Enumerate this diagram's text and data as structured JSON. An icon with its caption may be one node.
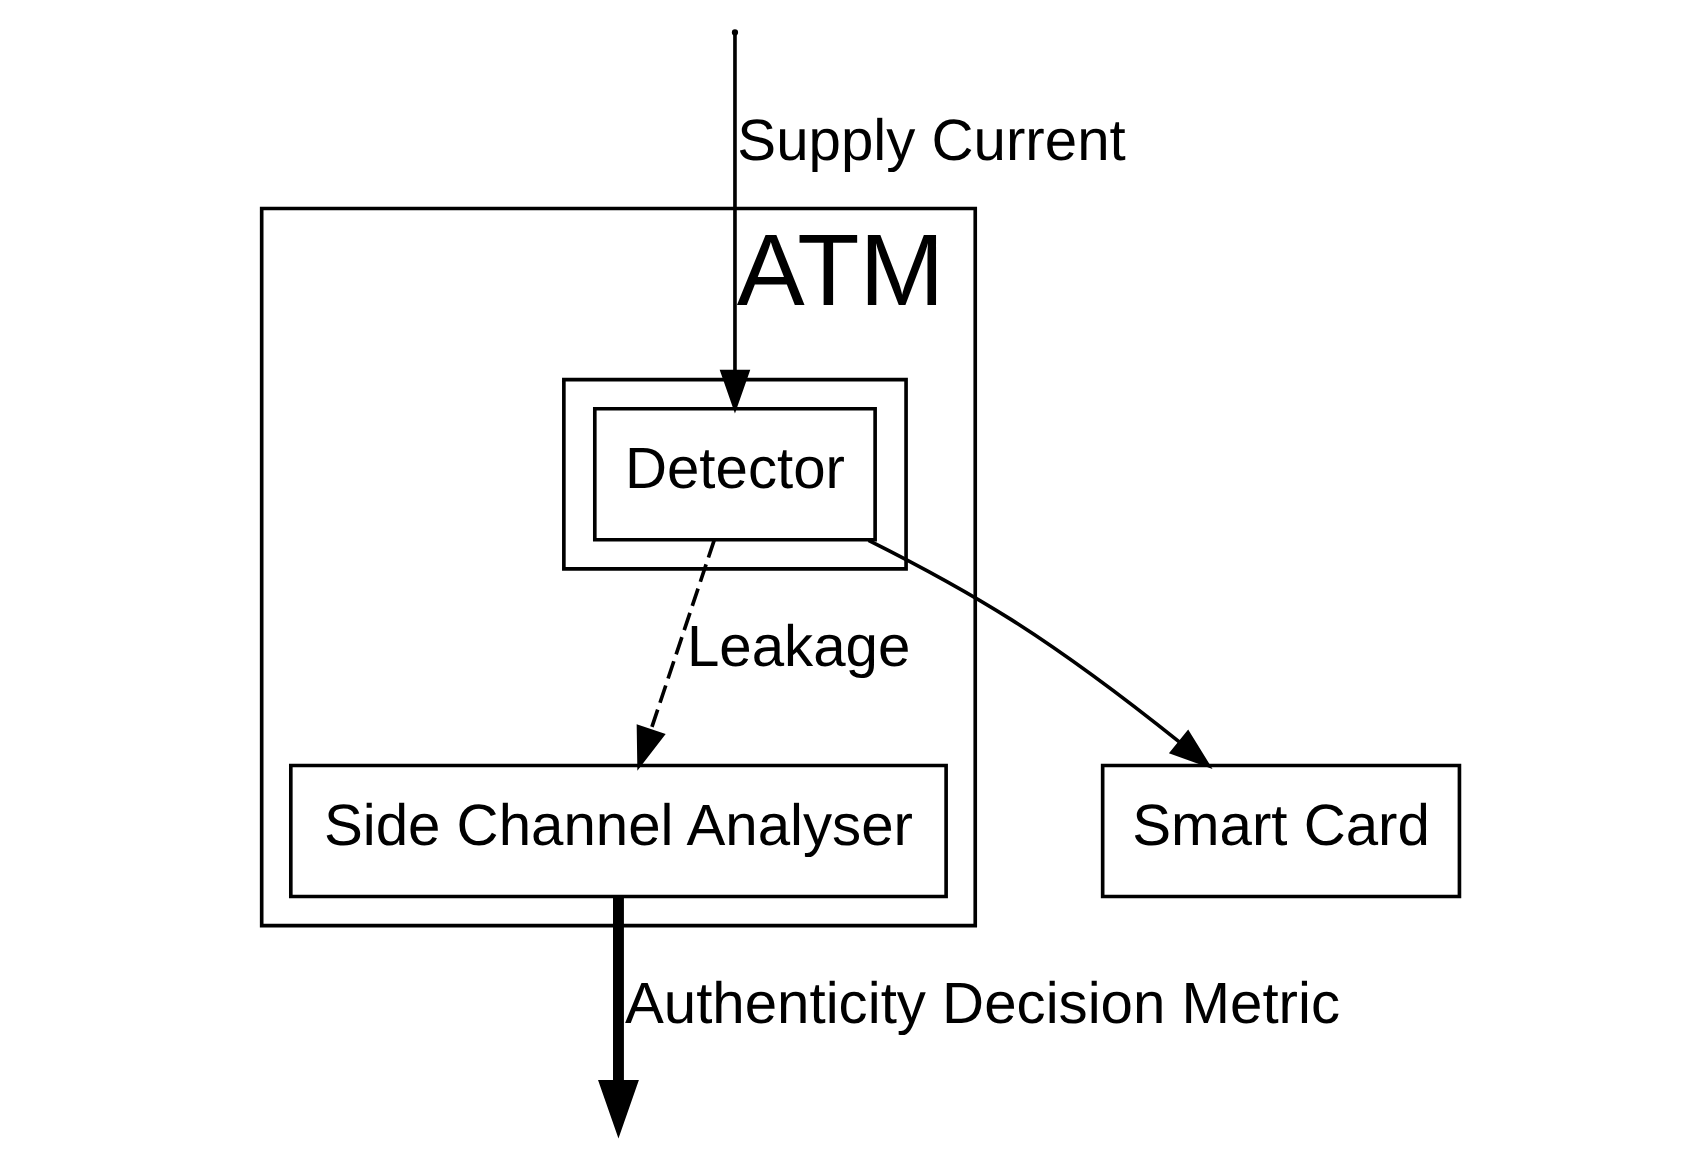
{
  "diagram": {
    "nodes": [
      {
        "text": [
          "ATM"
        ]
      },
      {
        "text": [],
        "shape": "box",
        "in": 0
      },
      {
        "text": [
          "Detector"
        ],
        "in": 1
      },
      {
        "text": [
          "Side Channel Analyser"
        ],
        "in": 0
      },
      {
        "text": [
          "Smart Card"
        ]
      }
    ],
    "edges": [
      {
        "from": null,
        "to": 2,
        "arrow": "to",
        "label": "Supply Current"
      },
      {
        "from": 2,
        "to": 4,
        "arrow": "to"
      },
      {
        "from": 2,
        "to": 3,
        "arrow": "to",
        "label": "Leakage",
        "style": "dashed"
      },
      {
        "from": 3,
        "to": null,
        "arrow": "to",
        "label": "Authenticity Decision Metric",
        "style": "thick"
      }
    ]
  }
}
